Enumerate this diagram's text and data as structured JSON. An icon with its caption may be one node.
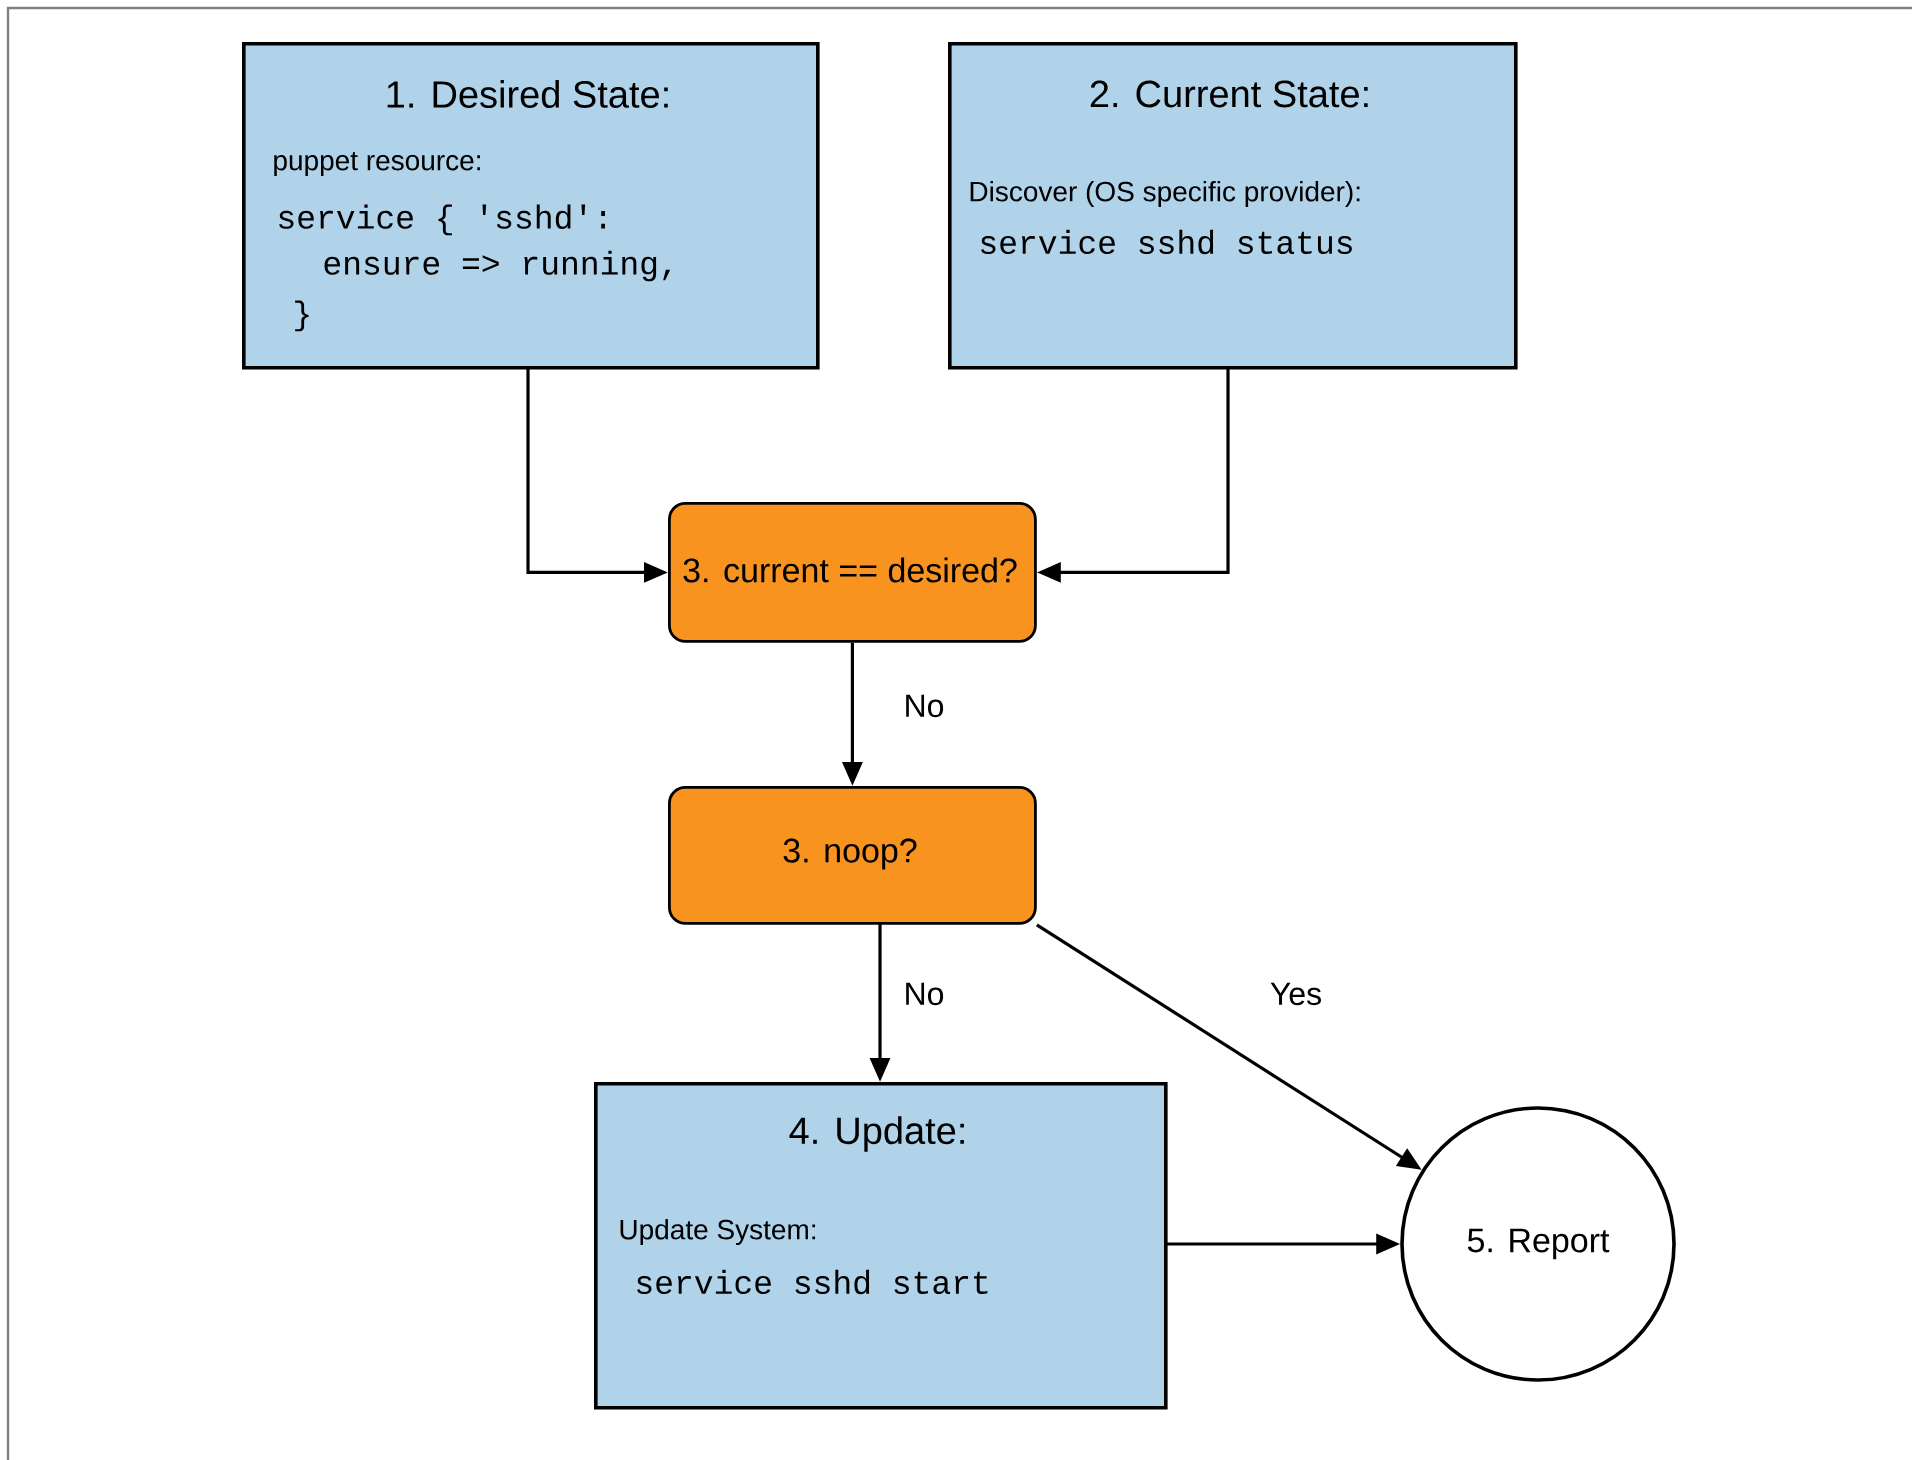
{
  "diagram": {
    "nodes": [
      {
        "text": [
          "1. Desired State:",
          "puppet resource:",
          "service { 'sshd':",
          "ensure => running,",
          "}"
        ]
      },
      {
        "text": [
          "2. Current State:",
          "Discover (OS specific provider):",
          "service sshd status"
        ]
      },
      {
        "text": [
          "3. current == desired?"
        ]
      },
      {
        "text": [
          "3. noop?"
        ]
      },
      {
        "text": [
          "4. Update:",
          "Update System:",
          "service sshd start"
        ]
      },
      {
        "text": [
          "5. Report"
        ]
      }
    ],
    "edges": [
      {
        "from": 0,
        "to": 2,
        "arrow": "to"
      },
      {
        "from": 1,
        "to": 2,
        "arrow": "to"
      },
      {
        "from": 2,
        "to": 3,
        "arrow": "to",
        "label": "No"
      },
      {
        "from": 3,
        "to": 4,
        "arrow": "to",
        "label": "No"
      },
      {
        "from": 3,
        "to": 5,
        "arrow": "to",
        "label": "Yes"
      },
      {
        "from": 4,
        "to": 5,
        "arrow": "to"
      }
    ]
  }
}
